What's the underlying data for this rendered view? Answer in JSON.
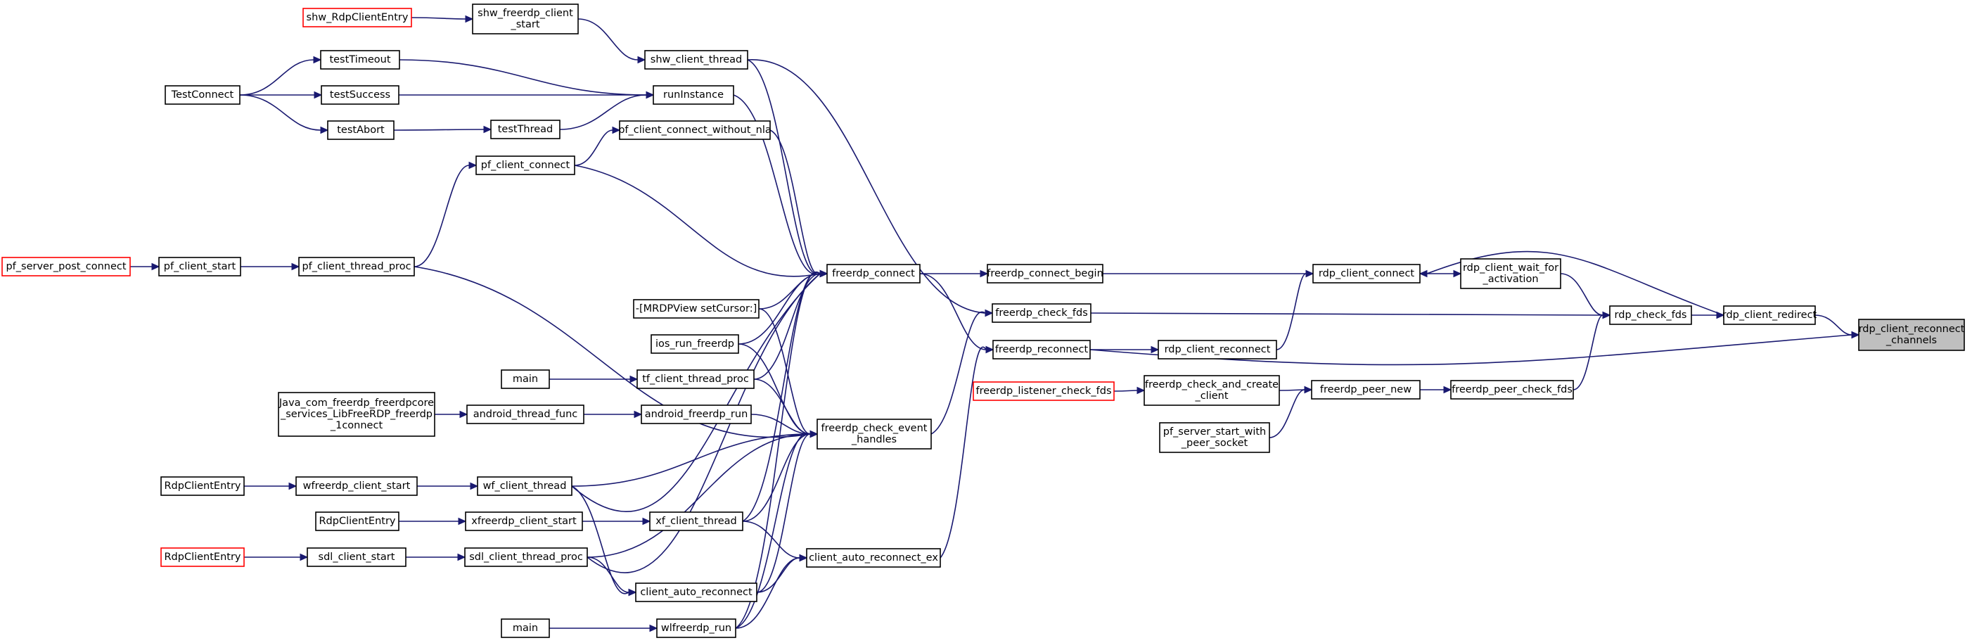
{
  "colors": {
    "edge": "#191970",
    "border": "#000000",
    "border_incomplete": "#ff0000",
    "root_fill": "#bfbfbf"
  },
  "nodes": [
    {
      "id": "root",
      "lines": [
        "rdp_client_reconnect",
        "_channels"
      ],
      "style": "root"
    },
    {
      "id": "rdp_client_redirect",
      "lines": [
        "rdp_client_redirect"
      ]
    },
    {
      "id": "rdp_check_fds",
      "lines": [
        "rdp_check_fds"
      ]
    },
    {
      "id": "rdp_client_wait_for_activation",
      "lines": [
        "rdp_client_wait_for",
        "_activation"
      ]
    },
    {
      "id": "rdp_client_connect",
      "lines": [
        "rdp_client_connect"
      ]
    },
    {
      "id": "rdp_client_reconnect",
      "lines": [
        "rdp_client_reconnect"
      ]
    },
    {
      "id": "freerdp_peer_check_fds",
      "lines": [
        "freerdp_peer_check_fds"
      ]
    },
    {
      "id": "freerdp_peer_new",
      "lines": [
        "freerdp_peer_new"
      ]
    },
    {
      "id": "freerdp_check_and_create_client",
      "lines": [
        "freerdp_check_and_create",
        "_client"
      ]
    },
    {
      "id": "pf_server_start_with_peer_socket",
      "lines": [
        "pf_server_start_with",
        "_peer_socket"
      ]
    },
    {
      "id": "freerdp_listener_check_fds",
      "lines": [
        "freerdp_listener_check_fds"
      ],
      "style": "red"
    },
    {
      "id": "freerdp_connect_begin",
      "lines": [
        "freerdp_connect_begin"
      ]
    },
    {
      "id": "freerdp_check_fds",
      "lines": [
        "freerdp_check_fds"
      ]
    },
    {
      "id": "freerdp_reconnect",
      "lines": [
        "freerdp_reconnect"
      ]
    },
    {
      "id": "freerdp_connect",
      "lines": [
        "freerdp_connect"
      ]
    },
    {
      "id": "freerdp_check_event_handles",
      "lines": [
        "freerdp_check_event",
        "_handles"
      ]
    },
    {
      "id": "client_auto_reconnect_ex",
      "lines": [
        "client_auto_reconnect_ex"
      ]
    },
    {
      "id": "shw_client_thread",
      "lines": [
        "shw_client_thread"
      ]
    },
    {
      "id": "runInstance",
      "lines": [
        "runInstance"
      ]
    },
    {
      "id": "pf_client_connect_without_nla",
      "lines": [
        "pf_client_connect_without_nla"
      ]
    },
    {
      "id": "mrdpview_setcursor",
      "lines": [
        "-[MRDPView setCursor:]"
      ]
    },
    {
      "id": "ios_run_freerdp",
      "lines": [
        "ios_run_freerdp"
      ]
    },
    {
      "id": "tf_client_thread_proc",
      "lines": [
        "tf_client_thread_proc"
      ]
    },
    {
      "id": "android_freerdp_run",
      "lines": [
        "android_freerdp_run"
      ]
    },
    {
      "id": "xf_client_thread",
      "lines": [
        "xf_client_thread"
      ]
    },
    {
      "id": "client_auto_reconnect",
      "lines": [
        "client_auto_reconnect"
      ]
    },
    {
      "id": "wlfreerdp_run",
      "lines": [
        "wlfreerdp_run"
      ]
    },
    {
      "id": "shw_freerdp_client_start",
      "lines": [
        "shw_freerdp_client",
        "_start"
      ]
    },
    {
      "id": "testThread",
      "lines": [
        "testThread"
      ]
    },
    {
      "id": "pf_client_connect",
      "lines": [
        "pf_client_connect"
      ]
    },
    {
      "id": "android_thread_func",
      "lines": [
        "android_thread_func"
      ]
    },
    {
      "id": "wf_client_thread",
      "lines": [
        "wf_client_thread"
      ]
    },
    {
      "id": "xfreerdp_client_start",
      "lines": [
        "xfreerdp_client_start"
      ]
    },
    {
      "id": "sdl_client_thread_proc",
      "lines": [
        "sdl_client_thread_proc"
      ]
    },
    {
      "id": "shw_RdpClientEntry",
      "lines": [
        "shw_RdpClientEntry"
      ],
      "style": "red"
    },
    {
      "id": "testTimeout",
      "lines": [
        "testTimeout"
      ]
    },
    {
      "id": "testSuccess",
      "lines": [
        "testSuccess"
      ]
    },
    {
      "id": "testAbort",
      "lines": [
        "testAbort"
      ]
    },
    {
      "id": "pf_client_thread_proc",
      "lines": [
        "pf_client_thread_proc"
      ]
    },
    {
      "id": "main_tf",
      "lines": [
        "main"
      ]
    },
    {
      "id": "java_connect",
      "lines": [
        "Java_com_freerdp_freerdpcore",
        "_services_LibFreeRDP_freerdp",
        "_1connect"
      ]
    },
    {
      "id": "wfreerdp_client_start",
      "lines": [
        "wfreerdp_client_start"
      ]
    },
    {
      "id": "rdpclient_x",
      "lines": [
        "RdpClientEntry"
      ]
    },
    {
      "id": "sdl_client_start",
      "lines": [
        "sdl_client_start"
      ]
    },
    {
      "id": "main_wl",
      "lines": [
        "main"
      ]
    },
    {
      "id": "TestConnect",
      "lines": [
        "TestConnect"
      ]
    },
    {
      "id": "pf_client_start",
      "lines": [
        "pf_client_start"
      ]
    },
    {
      "id": "rdpclient_w",
      "lines": [
        "RdpClientEntry"
      ]
    },
    {
      "id": "rdpclient_s",
      "lines": [
        "RdpClientEntry"
      ],
      "style": "red"
    },
    {
      "id": "pf_server_post_connect",
      "lines": [
        "pf_server_post_connect"
      ],
      "style": "red"
    }
  ]
}
